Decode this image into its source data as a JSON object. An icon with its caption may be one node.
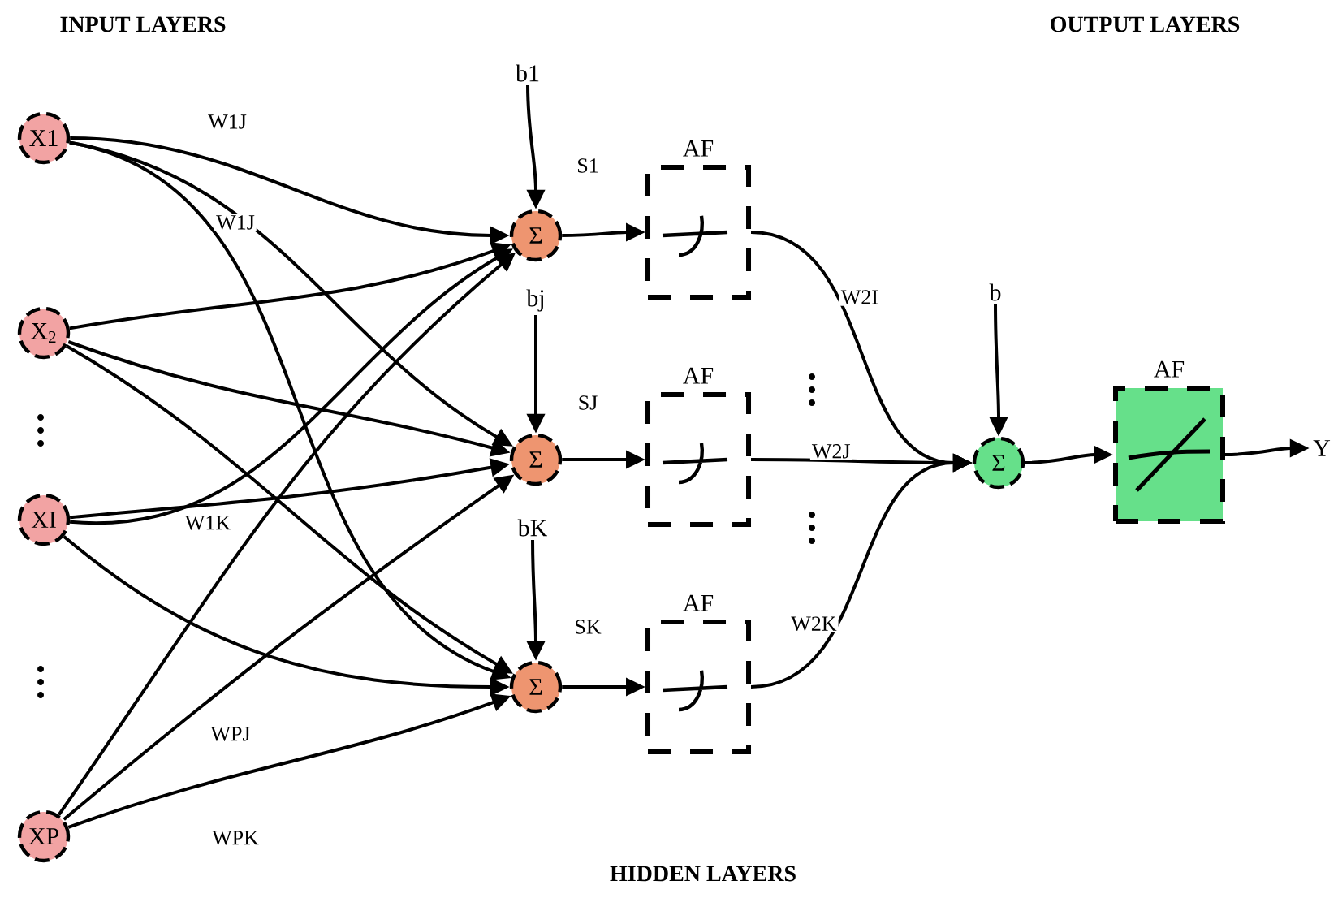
{
  "diagram": {
    "nodes": [
      {
        "text": [
          "X1"
        ]
      },
      {
        "text": [
          "X$_{2}$"
        ]
      },
      {
        "text": [
          "XI"
        ]
      },
      {
        "text": [
          "XP"
        ]
      },
      {
        "text": [
          "Σ"
        ]
      },
      {
        "text": [
          "Σ"
        ]
      },
      {
        "text": [
          "Σ"
        ]
      },
      {
        "text": [
          "AF"
        ]
      },
      {
        "text": [
          "AF"
        ]
      },
      {
        "text": [
          "AF"
        ]
      },
      {
        "text": [
          "Σ"
        ]
      },
      {
        "text": [
          "AF"
        ]
      },
      {
        "text": [
          "Y"
        ]
      },
      {
        "text": [
          "b1"
        ]
      },
      {
        "text": [
          "bj"
        ]
      },
      {
        "text": [
          "bK"
        ]
      },
      {
        "text": [
          "b"
        ]
      }
    ],
    "edges": [
      {
        "from": 0,
        "to": 4,
        "arrow": "to"
      },
      {
        "from": 0,
        "to": 5,
        "arrow": "to"
      },
      {
        "from": 0,
        "to": 6,
        "arrow": "to"
      },
      {
        "from": 1,
        "to": 4,
        "arrow": "to"
      },
      {
        "from": 1,
        "to": 5,
        "arrow": "to"
      },
      {
        "from": 1,
        "to": 6,
        "arrow": "to"
      },
      {
        "from": 2,
        "to": 4,
        "arrow": "to"
      },
      {
        "from": 2,
        "to": 5,
        "arrow": "to"
      },
      {
        "from": 2,
        "to": 6,
        "arrow": "to"
      },
      {
        "from": 3,
        "to": 4,
        "arrow": "to"
      },
      {
        "from": 3,
        "to": 5,
        "arrow": "to"
      },
      {
        "from": 3,
        "to": 6,
        "arrow": "to"
      },
      {
        "from": 4,
        "to": 7,
        "arrow": "to"
      },
      {
        "from": 5,
        "to": 8,
        "arrow": "to"
      },
      {
        "from": 6,
        "to": 9,
        "arrow": "to"
      },
      {
        "from": 7,
        "to": 10,
        "arrow": "to",
        "label": "W2I"
      },
      {
        "from": 8,
        "to": 10,
        "arrow": "to",
        "label": "W2J"
      },
      {
        "from": 9,
        "to": 10,
        "arrow": "to",
        "label": "W2K"
      },
      {
        "from": 10,
        "to": 11,
        "arrow": "to"
      },
      {
        "from": 11,
        "to": 12,
        "arrow": "to"
      },
      {
        "from": 13,
        "to": 4,
        "arrow": "to"
      },
      {
        "from": 14,
        "to": 5,
        "arrow": "to"
      },
      {
        "from": 15,
        "to": 6,
        "arrow": "to"
      },
      {
        "from": 16,
        "to": 10,
        "arrow": "to"
      }
    ],
    "labels": [
      "INPUT LAYERS",
      "OUTPUT LAYERS",
      "W1J",
      "W1J",
      "S1",
      "SJ",
      "W1K",
      "SK",
      "WPJ",
      "WPK",
      "HIDDEN LAYERS"
    ]
  }
}
